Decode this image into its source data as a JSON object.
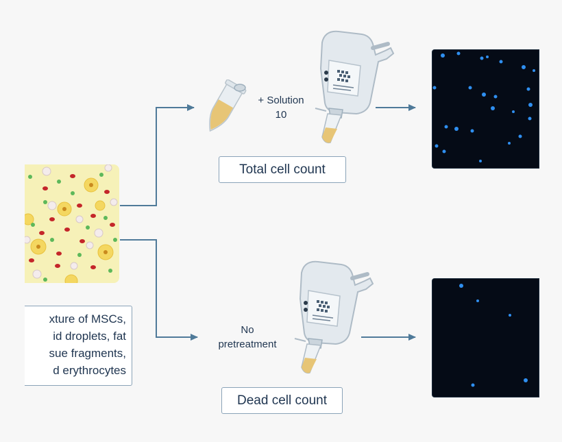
{
  "description_lines": [
    "xture of MSCs,",
    "id droplets, fat",
    "sue fragments,",
    "d erythrocytes"
  ],
  "top_branch": {
    "reagent_line1": "+ Solution",
    "reagent_line2": "10",
    "result_label": "Total cell count"
  },
  "bottom_branch": {
    "reagent_line1": "No",
    "reagent_line2": "pretreatment",
    "result_label": "Dead cell count"
  },
  "colors": {
    "connector": "#4f7a99",
    "label_border": "#8aa3b8",
    "text": "#1f3550",
    "sample_background": "#f6f1b8",
    "tube_liquid": "#e7c576",
    "micrograph_background": "#050b16",
    "fluorescent_cell": "#2f8ff0"
  }
}
